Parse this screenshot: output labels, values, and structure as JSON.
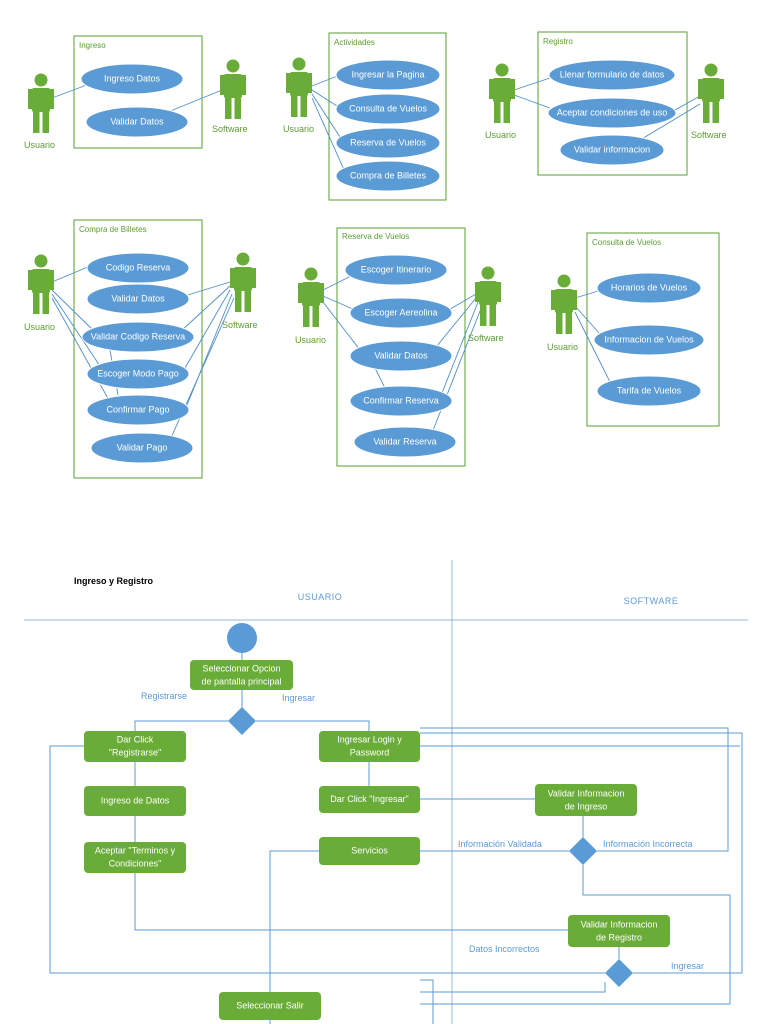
{
  "use_case_diagrams": {
    "ingreso": {
      "title": "Ingreso",
      "actor_left": "Usuario",
      "actor_right": "Software",
      "use_cases": [
        "Ingreso Datos",
        "Validar Datos"
      ]
    },
    "actividades": {
      "title": "Actividades",
      "actor_left": "Usuario",
      "use_cases": [
        "Ingresar la Pagina",
        "Consulta de Vuelos",
        "Reserva de Vuelos",
        "Compra de Billetes"
      ]
    },
    "registro": {
      "title": "Registro",
      "actor_left": "Usuario",
      "actor_right": "Software",
      "use_cases": [
        "Llenar formulario de datos",
        "Aceptar condiciones de uso",
        "Validar informacion"
      ]
    },
    "compra": {
      "title": "Compra de Billetes",
      "actor_left": "Usuario",
      "actor_right": "Software",
      "use_cases": [
        "Codigo Reserva",
        "Validar Datos",
        "Validar Codigo Reserva",
        "Escoger Modo Pago",
        "Confirmar Pago",
        "Validar Pago"
      ]
    },
    "reserva": {
      "title": "Reserva de Vuelos",
      "actor_left": "Usuario",
      "actor_right": "Software",
      "use_cases": [
        "Escoger Itinerario",
        "Escoger Aereolina",
        "Validar Datos",
        "Confirmar Reserva",
        "Validar Reserva"
      ]
    },
    "consulta": {
      "title": "Consulta de Vuelos",
      "actor_left": "Usuario",
      "use_cases": [
        "Horarios de Vuelos",
        "Informacion de Vuelos",
        "Tarifa de Vuelos"
      ]
    }
  },
  "activity_diagram": {
    "title": "Ingreso y Registro",
    "lane_usuario": "USUARIO",
    "lane_software": "SOFTWARE",
    "actions": {
      "select_option": [
        "Seleccionar Opcion",
        "de pantalla principal"
      ],
      "click_register": [
        "Dar Click",
        "\"Registrarse\""
      ],
      "enter_data": "Ingreso de Datos",
      "accept_terms": [
        "Aceptar \"Terminos y",
        "Condiciones\""
      ],
      "enter_login": [
        "Ingresar Login y",
        "Password"
      ],
      "click_login": "Dar Click \"Ingresar\"",
      "services": "Servicios",
      "validate_login": [
        "Validar Informacion",
        "de Ingreso"
      ],
      "validate_register": [
        "Validar Informacion",
        "de Registro"
      ],
      "select_exit": "Seleccionar Salir"
    },
    "guards": {
      "registrarse": "Registrarse",
      "ingresar_top": "Ingresar",
      "info_validada": "Información Validada",
      "info_incorrecta": "Información Incorrecta",
      "datos_incorrectos": "Datos Incorrectos",
      "ingresar_bottom": "Ingresar"
    }
  }
}
